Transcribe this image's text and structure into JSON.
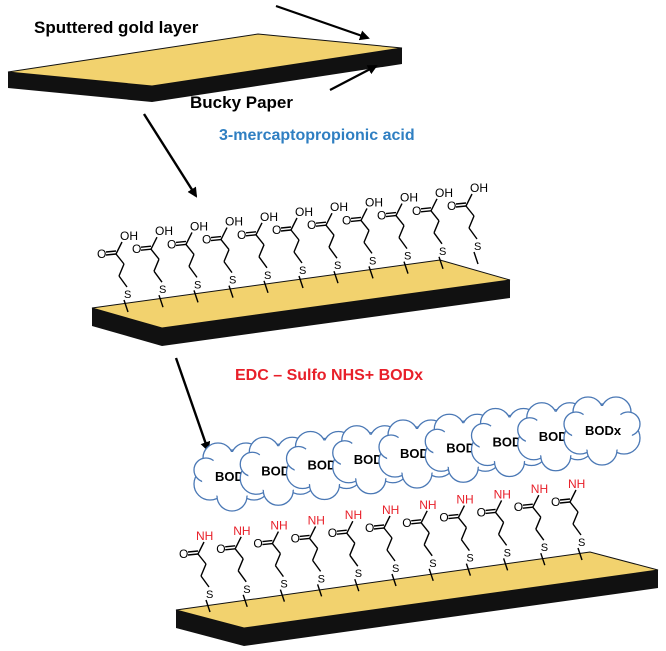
{
  "labels": {
    "gold_layer": "Sputtered gold layer",
    "bucky_paper": "Bucky Paper",
    "step1_reagent": "3-mercaptopropionic acid",
    "step2_reagent": "EDC – Sulfo NHS+ BODx"
  },
  "chem": {
    "oh": "OH",
    "o": "O",
    "s": "S",
    "nh": "NH",
    "enzyme": "BODx"
  },
  "colors": {
    "gold_top": "#f2d26e",
    "gold_front": "#111111",
    "step1_text": "#2f7fc2",
    "step2_text": "#e8202a",
    "nh_text": "#e8202a",
    "ink": "#000000"
  },
  "molecule_counts": {
    "acid_layer": 11,
    "immobilized_layer": 11,
    "enzymes": 9
  }
}
